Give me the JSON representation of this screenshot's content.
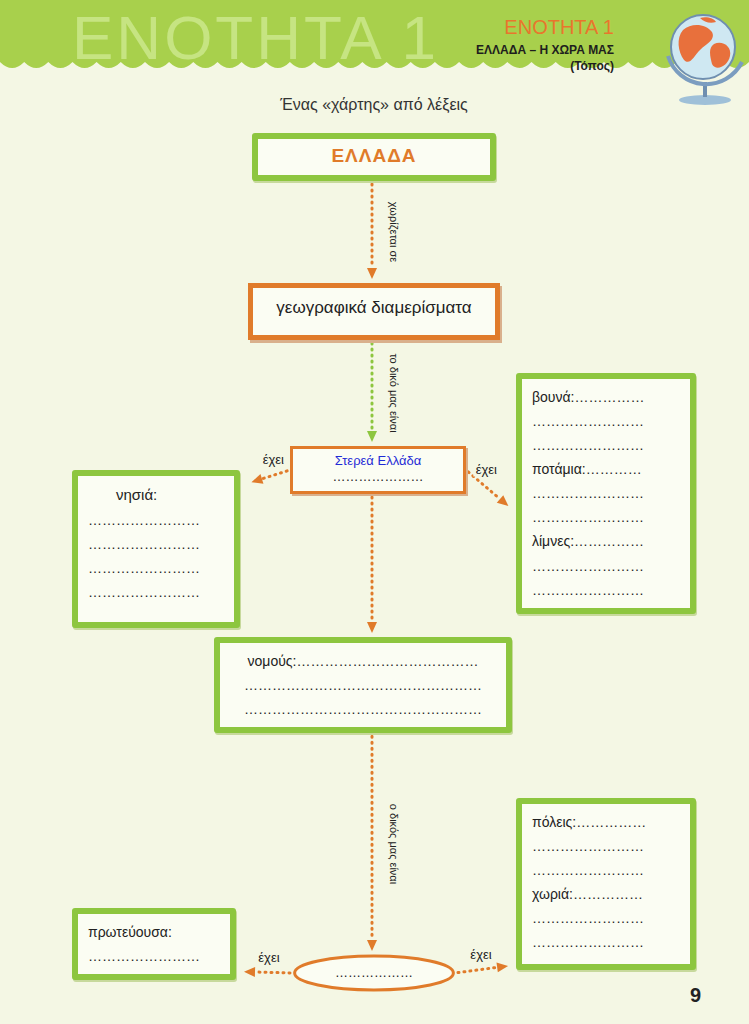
{
  "diagram": {
    "title": "Ένας «χάρτης» από λέξεις",
    "nodes": [
      {
        "text": [
          "ΕΛΛΑΔΑ"
        ]
      },
      {
        "text": [
          "γεωγραφικά διαμερίσματα"
        ]
      },
      {
        "text": [
          "Στερεά Ελλάδα",
          "…………………"
        ]
      },
      {
        "text": [
          "νησιά:",
          "……………………",
          "……………………",
          "……………………",
          "……………………"
        ]
      },
      {
        "text": [
          "βουνά:……………",
          "……………………",
          "……………………",
          "ποτάμια:…………",
          "……………………",
          "……………………",
          "λίμνες:……………",
          "……………………",
          "……………………"
        ]
      },
      {
        "text": [
          "νομούς:…………………………………",
          "……………………………………………",
          "……………………………………………"
        ]
      },
      {
        "text": [
          "πόλεις:……………",
          "……………………",
          "……………………",
          "χωριά:……………",
          "……………………",
          "……………………"
        ]
      },
      {
        "text": [
          "πρωτεύουσα:",
          "……………………"
        ]
      },
      {
        "text": [
          "………………"
        ]
      }
    ],
    "edges": [
      {
        "from": 0,
        "to": 1,
        "arrow": "to",
        "label": "χωρίζεται σε"
      },
      {
        "from": 1,
        "to": 2,
        "arrow": "to",
        "label": "το δικό μας είναι"
      },
      {
        "from": 2,
        "to": 3,
        "arrow": "to",
        "label": "έχει"
      },
      {
        "from": 2,
        "to": 4,
        "arrow": "to",
        "label": "έχει"
      },
      {
        "from": 2,
        "to": 5,
        "arrow": "to"
      },
      {
        "from": 5,
        "to": 8,
        "arrow": "to",
        "label": "ο δικός μας είναι"
      },
      {
        "from": 8,
        "to": 7,
        "arrow": "to",
        "label": "έχει"
      },
      {
        "from": 8,
        "to": 6,
        "arrow": "to",
        "label": "έχει"
      }
    ],
    "labels": [
      "ΕΝΟΤΗΤΑ 1",
      "ΕΝΟΤΗΤΑ 1",
      "ΕΛΛΑΔΑ – Η ΧΩΡΑ ΜΑΣ",
      "(Τόπος)",
      "9"
    ]
  }
}
